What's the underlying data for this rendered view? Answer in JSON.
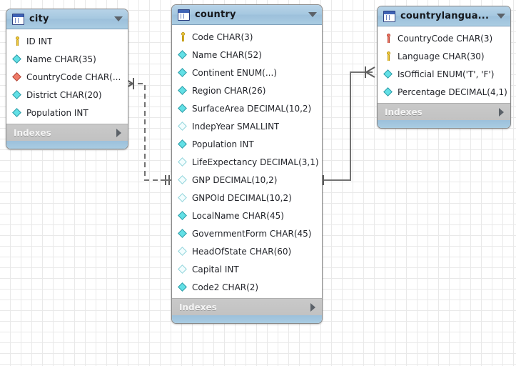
{
  "app": {
    "kind": "eer-diagram",
    "canvas_background": "#ffffff",
    "grid_color": "#e9e9e9",
    "header_color": "#a6c8e0",
    "footer_color": "#c4c4c4",
    "pk_icon_color": "#f2cb3c",
    "fk_icon_color": "#ef7362",
    "column_icon_color": "#62e0e6",
    "connector_color": "#737373"
  },
  "tables": [
    {
      "name": "city",
      "title": "city",
      "icon": "table-icon",
      "collapse_icon": "chevron-down-icon",
      "footer_label": "Indexes",
      "footer_icon": "chevron-right-icon",
      "columns": [
        {
          "label": "ID INT",
          "icon": "primary-key-icon",
          "icon_kind": "pk"
        },
        {
          "label": "Name CHAR(35)",
          "icon": "column-icon",
          "icon_kind": "notnull"
        },
        {
          "label": "CountryCode CHAR(...",
          "icon": "foreign-key-column-icon",
          "icon_kind": "fk"
        },
        {
          "label": "District CHAR(20)",
          "icon": "column-icon",
          "icon_kind": "notnull"
        },
        {
          "label": "Population INT",
          "icon": "column-icon",
          "icon_kind": "notnull"
        }
      ]
    },
    {
      "name": "country",
      "title": "country",
      "icon": "table-icon",
      "collapse_icon": "chevron-down-icon",
      "footer_label": "Indexes",
      "footer_icon": "chevron-right-icon",
      "columns": [
        {
          "label": "Code CHAR(3)",
          "icon": "primary-key-icon",
          "icon_kind": "pk"
        },
        {
          "label": "Name CHAR(52)",
          "icon": "column-icon",
          "icon_kind": "notnull"
        },
        {
          "label": "Continent ENUM(...)",
          "icon": "column-icon",
          "icon_kind": "notnull"
        },
        {
          "label": "Region CHAR(26)",
          "icon": "column-icon",
          "icon_kind": "notnull"
        },
        {
          "label": "SurfaceArea DECIMAL(10,2)",
          "icon": "column-icon",
          "icon_kind": "notnull"
        },
        {
          "label": "IndepYear SMALLINT",
          "icon": "column-icon",
          "icon_kind": "nullable"
        },
        {
          "label": "Population INT",
          "icon": "column-icon",
          "icon_kind": "notnull"
        },
        {
          "label": "LifeExpectancy DECIMAL(3,1)",
          "icon": "column-icon",
          "icon_kind": "nullable"
        },
        {
          "label": "GNP DECIMAL(10,2)",
          "icon": "column-icon",
          "icon_kind": "nullable"
        },
        {
          "label": "GNPOld DECIMAL(10,2)",
          "icon": "column-icon",
          "icon_kind": "nullable"
        },
        {
          "label": "LocalName CHAR(45)",
          "icon": "column-icon",
          "icon_kind": "notnull"
        },
        {
          "label": "GovernmentForm CHAR(45)",
          "icon": "column-icon",
          "icon_kind": "notnull"
        },
        {
          "label": "HeadOfState CHAR(60)",
          "icon": "column-icon",
          "icon_kind": "nullable"
        },
        {
          "label": "Capital INT",
          "icon": "column-icon",
          "icon_kind": "nullable"
        },
        {
          "label": "Code2 CHAR(2)",
          "icon": "column-icon",
          "icon_kind": "notnull"
        }
      ]
    },
    {
      "name": "countrylanguage",
      "title": "countrylangua...",
      "icon": "table-icon",
      "collapse_icon": "chevron-down-icon",
      "footer_label": "Indexes",
      "footer_icon": "chevron-right-icon",
      "columns": [
        {
          "label": "CountryCode CHAR(3)",
          "icon": "primary-foreign-key-icon",
          "icon_kind": "pkfk"
        },
        {
          "label": "Language CHAR(30)",
          "icon": "primary-key-icon",
          "icon_kind": "pk"
        },
        {
          "label": "IsOfficial ENUM('T', 'F')",
          "icon": "column-icon",
          "icon_kind": "notnull"
        },
        {
          "label": "Percentage DECIMAL(4,1)",
          "icon": "column-icon",
          "icon_kind": "notnull"
        }
      ]
    }
  ],
  "relationships": [
    {
      "name": "city-country-relationship",
      "style": "non-identifying",
      "line": "dashed",
      "from_table": "city",
      "to_table": "country",
      "from_cardinality": "many",
      "to_cardinality": "one"
    },
    {
      "name": "country-countrylanguage-relationship",
      "style": "identifying",
      "line": "solid",
      "from_table": "country",
      "to_table": "countrylanguage",
      "from_cardinality": "one",
      "to_cardinality": "many"
    }
  ]
}
